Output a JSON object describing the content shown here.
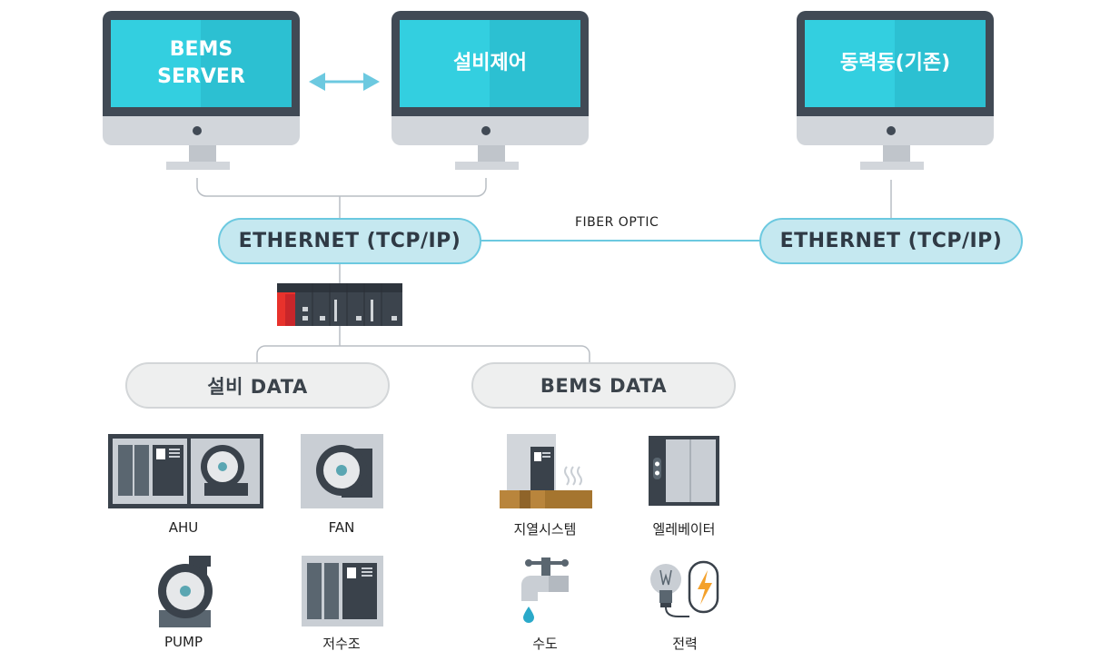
{
  "monitors": {
    "bems_server": "BEMS\nSERVER",
    "equipment_control": "설비제어",
    "power_building": "동력동(기존)"
  },
  "network": {
    "ethernet_left": "ETHERNET (TCP/IP)",
    "ethernet_right": "ETHERNET (TCP/IP)",
    "fiber_optic": "FIBER OPTIC"
  },
  "data_groups": {
    "equipment_data": "설비 DATA",
    "bems_data": "BEMS DATA"
  },
  "devices": {
    "ahu": "AHU",
    "fan": "FAN",
    "pump": "PUMP",
    "water_tank": "저수조",
    "geothermal": "지열시스템",
    "elevator": "엘레베이터",
    "water_supply": "수도",
    "power": "전력"
  },
  "colors": {
    "screen": "#33cfe0",
    "bezel": "#414a55",
    "stand": "#c9ced4",
    "line": "#6cc9e0",
    "ethernet_fill": "#c5e8f0",
    "data_fill": "#eeefef"
  }
}
